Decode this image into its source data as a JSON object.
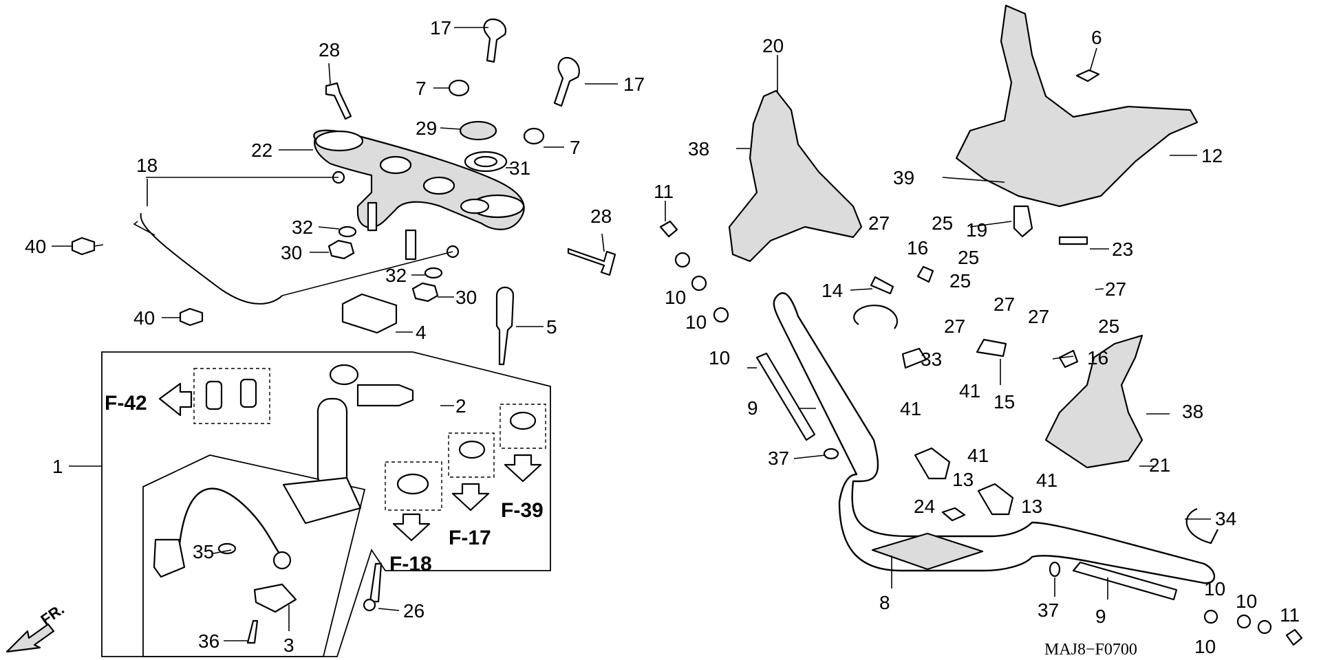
{
  "diagram_code": "MAJ8−F0700",
  "front_indicator": "FR.",
  "references": [
    "F-42",
    "F-39",
    "F-17",
    "F-18"
  ],
  "callouts": [
    {
      "id": "c17a",
      "text": "17"
    },
    {
      "id": "c28a",
      "text": "28"
    },
    {
      "id": "c7a",
      "text": "7"
    },
    {
      "id": "c17b",
      "text": "17"
    },
    {
      "id": "c29",
      "text": "29"
    },
    {
      "id": "c7b",
      "text": "7"
    },
    {
      "id": "c22",
      "text": "22"
    },
    {
      "id": "c31",
      "text": "31"
    },
    {
      "id": "c18",
      "text": "18"
    },
    {
      "id": "c32a",
      "text": "32"
    },
    {
      "id": "c30a",
      "text": "30"
    },
    {
      "id": "c28b",
      "text": "28"
    },
    {
      "id": "c40a",
      "text": "40"
    },
    {
      "id": "c32b",
      "text": "32"
    },
    {
      "id": "c30b",
      "text": "30"
    },
    {
      "id": "c40b",
      "text": "40"
    },
    {
      "id": "c4",
      "text": "4"
    },
    {
      "id": "c5",
      "text": "5"
    },
    {
      "id": "c2",
      "text": "2"
    },
    {
      "id": "c1",
      "text": "1"
    },
    {
      "id": "c35",
      "text": "35"
    },
    {
      "id": "c26",
      "text": "26"
    },
    {
      "id": "c36",
      "text": "36"
    },
    {
      "id": "c3",
      "text": "3"
    },
    {
      "id": "c20",
      "text": "20"
    },
    {
      "id": "c6",
      "text": "6"
    },
    {
      "id": "c38a",
      "text": "38"
    },
    {
      "id": "c39",
      "text": "39"
    },
    {
      "id": "c12",
      "text": "12"
    },
    {
      "id": "c11a",
      "text": "11"
    },
    {
      "id": "c27a",
      "text": "27"
    },
    {
      "id": "c25a",
      "text": "25"
    },
    {
      "id": "c19",
      "text": "19"
    },
    {
      "id": "c16a",
      "text": "16"
    },
    {
      "id": "c25b",
      "text": "25"
    },
    {
      "id": "c23",
      "text": "23"
    },
    {
      "id": "c10a",
      "text": "10"
    },
    {
      "id": "c25c",
      "text": "25"
    },
    {
      "id": "c14",
      "text": "14"
    },
    {
      "id": "c27b",
      "text": "27"
    },
    {
      "id": "c10b",
      "text": "10"
    },
    {
      "id": "c27c",
      "text": "27"
    },
    {
      "id": "c27d",
      "text": "27"
    },
    {
      "id": "c27e",
      "text": "27"
    },
    {
      "id": "c25d",
      "text": "25"
    },
    {
      "id": "c10c",
      "text": "10"
    },
    {
      "id": "c33",
      "text": "33"
    },
    {
      "id": "c16b",
      "text": "16"
    },
    {
      "id": "c15",
      "text": "15"
    },
    {
      "id": "c9a",
      "text": "9"
    },
    {
      "id": "c41a",
      "text": "41"
    },
    {
      "id": "c41b",
      "text": "41"
    },
    {
      "id": "c38b",
      "text": "38"
    },
    {
      "id": "c37a",
      "text": "37"
    },
    {
      "id": "c13a",
      "text": "13"
    },
    {
      "id": "c41c",
      "text": "41"
    },
    {
      "id": "c41d",
      "text": "41"
    },
    {
      "id": "c21",
      "text": "21"
    },
    {
      "id": "c24",
      "text": "24"
    },
    {
      "id": "c13b",
      "text": "13"
    },
    {
      "id": "c34",
      "text": "34"
    },
    {
      "id": "c8",
      "text": "8"
    },
    {
      "id": "c37b",
      "text": "37"
    },
    {
      "id": "c9b",
      "text": "9"
    },
    {
      "id": "c10d",
      "text": "10"
    },
    {
      "id": "c10e",
      "text": "10"
    },
    {
      "id": "c10f",
      "text": "10"
    },
    {
      "id": "c11b",
      "text": "11"
    }
  ]
}
